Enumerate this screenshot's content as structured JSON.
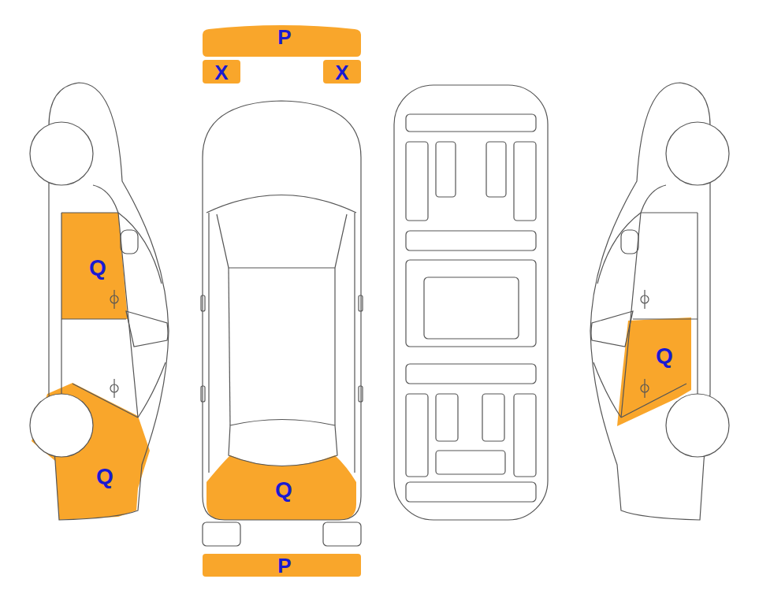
{
  "diagram": {
    "nodes": [
      {
        "text": [
          "P"
        ]
      },
      {
        "text": [
          "X"
        ]
      },
      {
        "text": [
          "X"
        ]
      },
      {
        "text": [
          "Q"
        ]
      },
      {
        "text": [
          "Q"
        ]
      },
      {
        "text": [
          "Q"
        ]
      },
      {
        "text": [
          "Q"
        ]
      },
      {
        "text": [
          "P"
        ]
      }
    ]
  }
}
